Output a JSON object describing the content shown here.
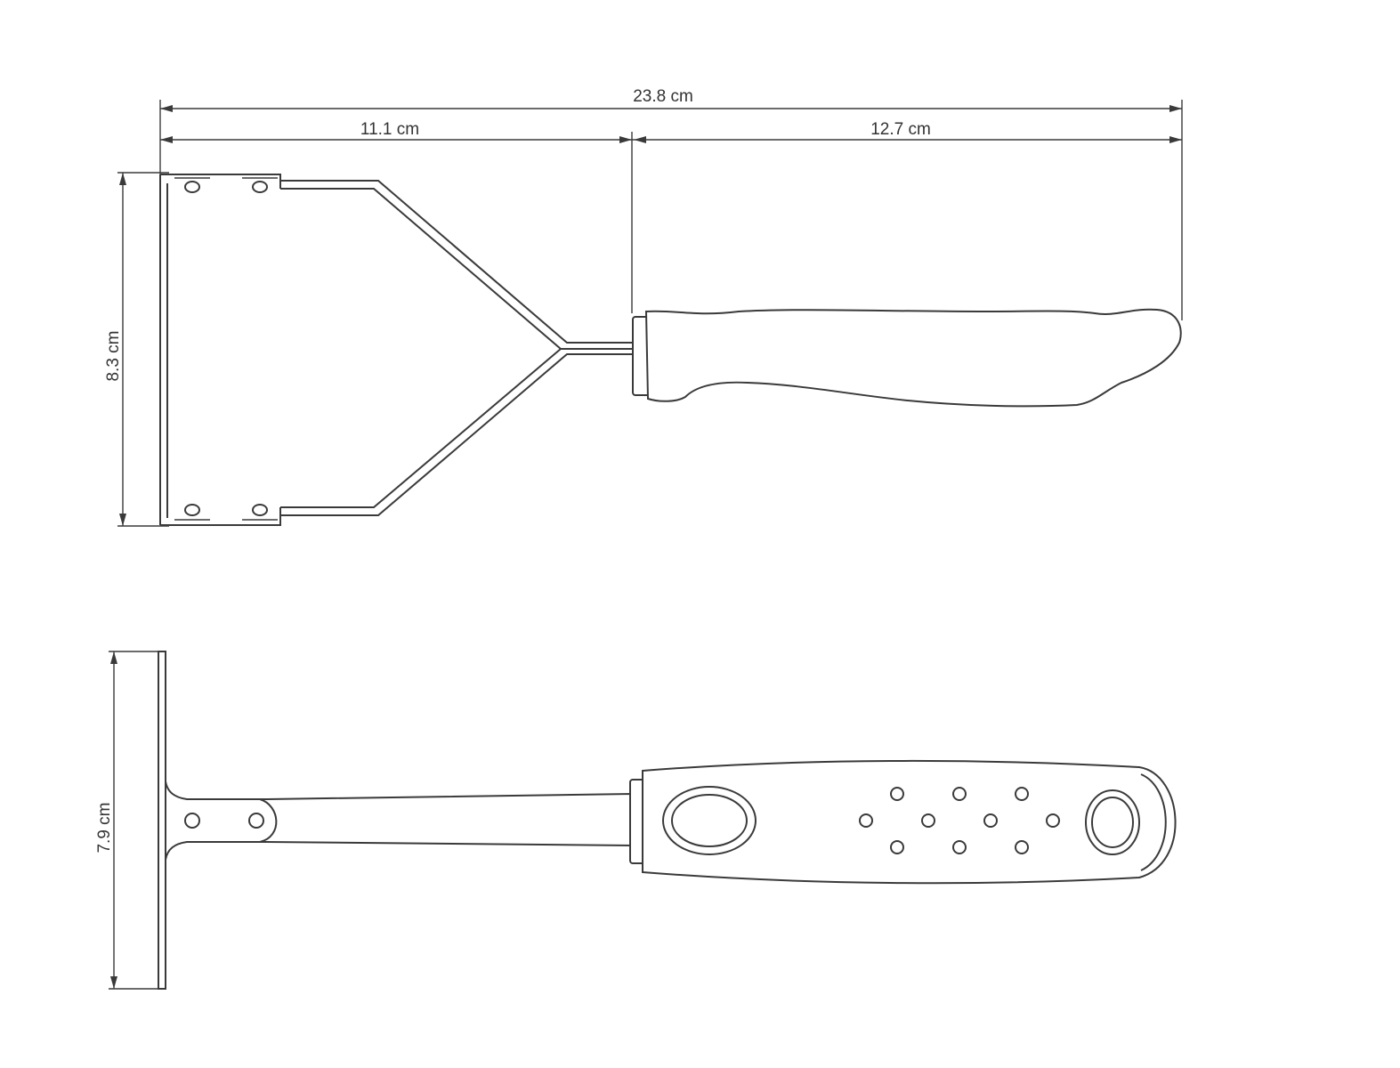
{
  "dimensions": {
    "total_length": "23.8 cm",
    "head_length": "11.1 cm",
    "handle_length": "12.7 cm",
    "side_height": "8.3 cm",
    "top_height": "7.9 cm"
  },
  "colors": {
    "line": "#3a3a3a",
    "background": "#ffffff"
  }
}
